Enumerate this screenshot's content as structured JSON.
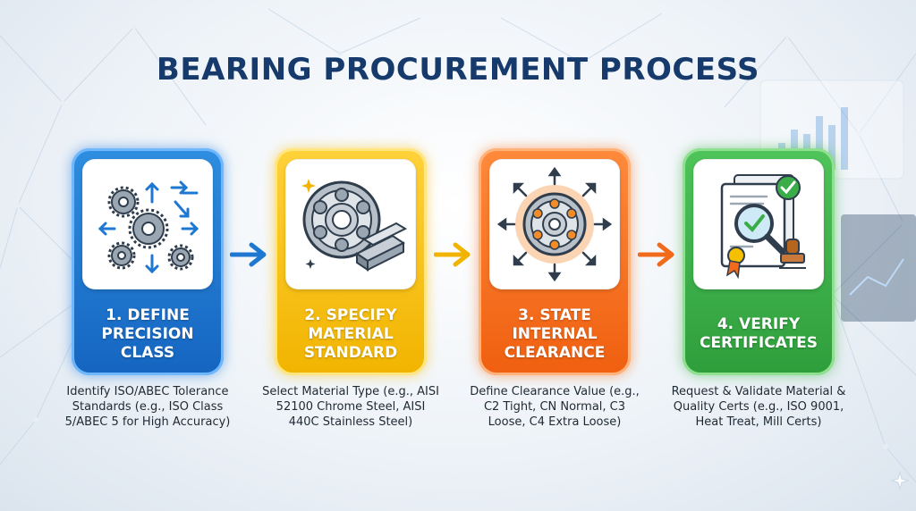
{
  "title": "BEARING PROCUREMENT PROCESS",
  "steps": [
    {
      "label": "1. DEFINE PRECISION CLASS",
      "description": "Identify ISO/ABEC Tolerance Standards (e.g., ISO Class 5/ABEC 5 for High Accuracy)",
      "icon": "gears-arrows-icon",
      "color": "#1e78d2"
    },
    {
      "label": "2. SPECIFY MATERIAL STANDARD",
      "description": "Select Material Type (e.g., AISI 52100 Chrome Steel, AISI 440C Stainless Steel)",
      "icon": "bearing-steel-bars-icon",
      "color": "#f5c000"
    },
    {
      "label": "3. STATE INTERNAL CLEARANCE",
      "description": "Define Clearance Value (e.g., C2 Tight, CN Normal, C3 Loose, C4 Extra Loose)",
      "icon": "bearing-radial-arrows-icon",
      "color": "#f26a1b"
    },
    {
      "label": "4. VERIFY CERTIFICATES",
      "description": "Request & Validate Material & Quality Certs (e.g., ISO 9001, Heat Treat, Mill Certs)",
      "icon": "certificate-magnifier-icon",
      "color": "#3aac48"
    }
  ],
  "connector_icon": "arrow-right-icon",
  "corner_icon": "sparkle-icon"
}
